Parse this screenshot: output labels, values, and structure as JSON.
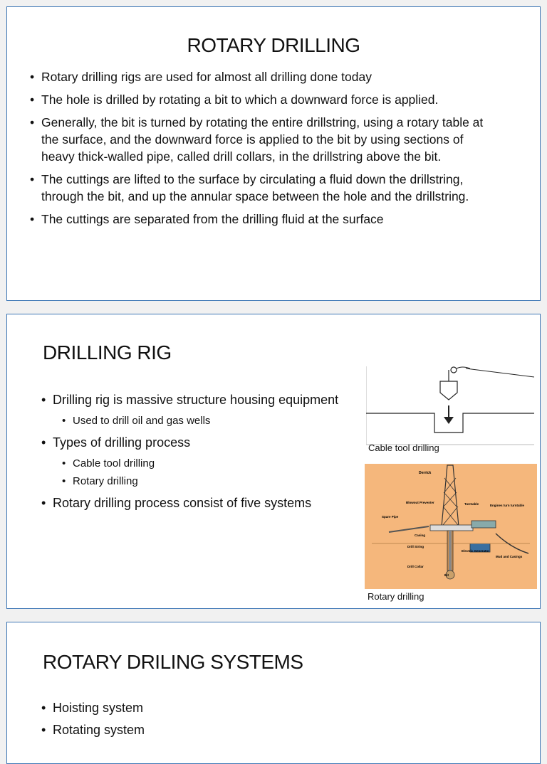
{
  "slide1": {
    "title": "ROTARY DRILLING",
    "bullets": [
      "Rotary drilling rigs are used for almost all drilling done today",
      "The hole is drilled by rotating a bit to which a downward force is applied.",
      "Generally, the bit is turned by rotating the entire drillstring, using a rotary table at the surface, and the downward force is applied to the bit by using sections of heavy thick-walled pipe, called drill collars, in the drillstring above the bit.",
      "The cuttings are lifted to the surface by circulating a fluid down the drillstring, through the bit, and up the annular space between the hole and the drillstring.",
      "The cuttings are separated from the drilling fluid at the surface"
    ]
  },
  "slide2": {
    "title": "DRILLING RIG",
    "bullets": [
      {
        "text": "Drilling rig is massive structure housing equipment",
        "sub": [
          "Used to drill oil and gas wells"
        ]
      },
      {
        "text": "Types of drilling process",
        "sub": [
          "Cable tool drilling",
          "Rotary drilling"
        ]
      },
      {
        "text": "Rotary drilling process consist of five systems",
        "sub": []
      }
    ],
    "figure1_caption": "Cable tool drilling",
    "figure2_caption": "Rotary drilling",
    "figure2_labels": {
      "derrick": "Derrick",
      "blowout": "Blowout Preventer",
      "turntable": "Turntable",
      "engines": "Engines turn turntable",
      "spare_pipe": "Spare Pipe",
      "casing": "Casing",
      "drill_string": "Drill String",
      "generator": "Electric Generator",
      "mud": "Mud and Casings",
      "drill_collar": "Drill Collar",
      "bit": "Bit"
    }
  },
  "slide3": {
    "title": "ROTARY DRILING SYSTEMS",
    "bullets": [
      "Hoisting system",
      "Rotating system"
    ]
  },
  "colors": {
    "slide_border": "#3d76b5",
    "figure_bg": "#f5b77c",
    "page_bg": "#f1f1f1"
  }
}
